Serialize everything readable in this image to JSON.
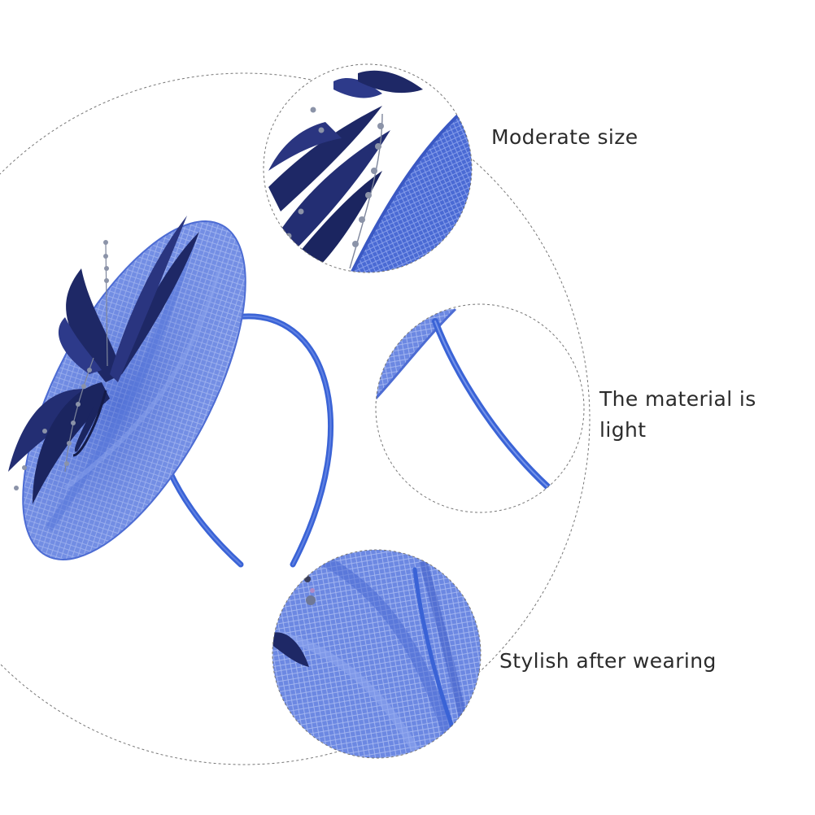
{
  "captions": {
    "moderate_size": "Moderate size",
    "material_line1": "The material is",
    "material_line2": "light",
    "stylish": "Stylish after wearing"
  },
  "colors": {
    "mesh_blue": "#4a6fd8",
    "mesh_light": "#7a93e6",
    "band_blue": "#3a63d6",
    "feather_navy": "#1e2866",
    "bead_gray": "#8b93a8",
    "dashed_line": "#777777",
    "text": "#2b2b2b"
  }
}
